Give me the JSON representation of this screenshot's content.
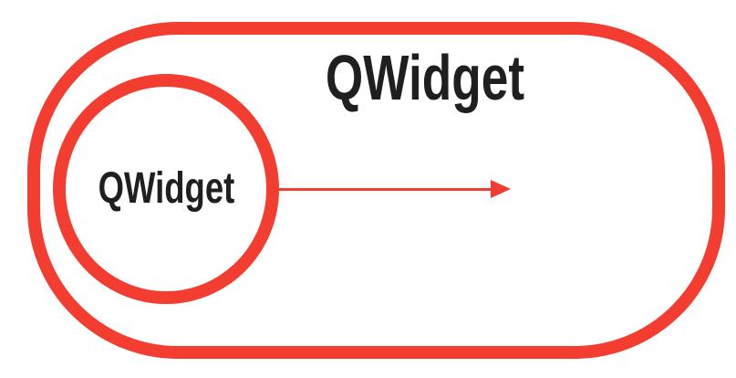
{
  "diagram": {
    "outer_shape": {
      "label": "QWidget"
    },
    "inner_shape": {
      "label": "QWidget"
    },
    "arrow": {
      "icon": "right-arrow",
      "direction": "right"
    },
    "colors": {
      "accent_red": "#f23d30",
      "text_dark": "#1f1f1f",
      "background": "#ffffff"
    }
  }
}
